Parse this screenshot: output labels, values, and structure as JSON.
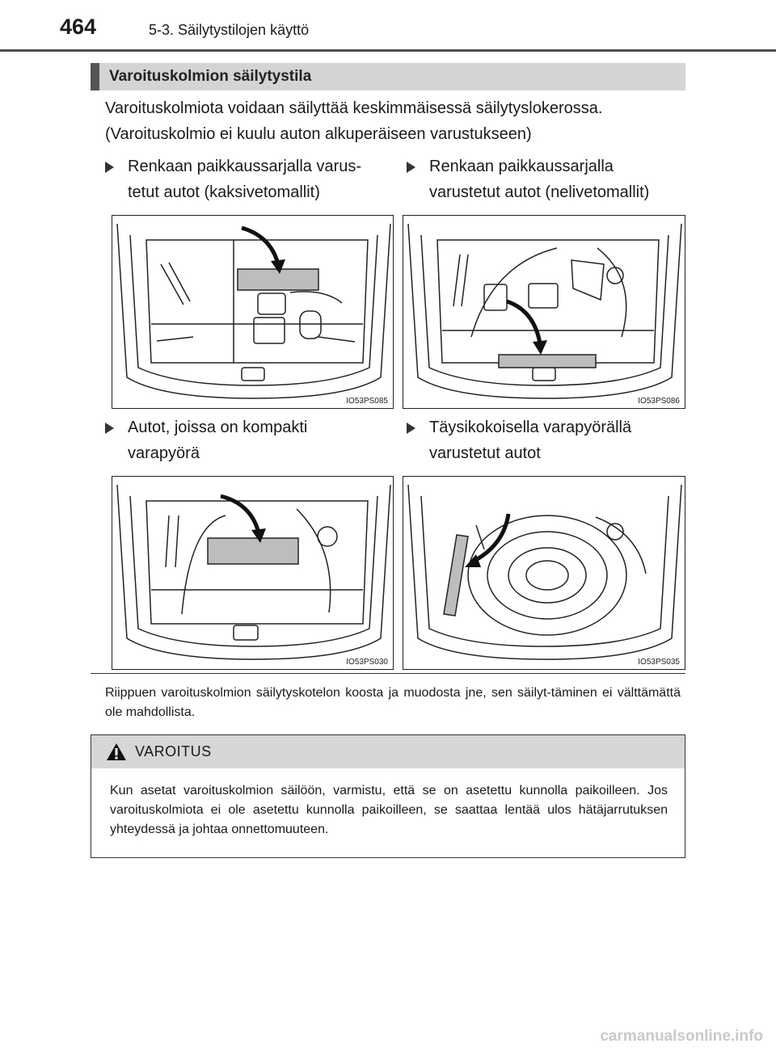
{
  "header": {
    "page_number": "464",
    "chapter": "5-3. Säilytystilojen käyttö"
  },
  "section": {
    "title": "Varoituskolmion säilytystila",
    "intro_line1": "Varoituskolmiota voidaan säilyttää keskimmäisessä säilytyslokerossa.",
    "intro_line2": "(Varoituskolmio ei kuulu auton alkuperäiseen varustukseen)"
  },
  "variants": [
    {
      "line1": "Renkaan paikkaussarjalla varus-",
      "line2": "tetut autot (kaksivetomallit)",
      "figure_code": "IO53PS085"
    },
    {
      "line1": "Renkaan paikkaussarjalla",
      "line2": "varustetut autot (nelivetomallit)",
      "figure_code": "IO53PS086"
    },
    {
      "line1": "Autot, joissa on kompakti",
      "line2": "varapyörä",
      "figure_code": "IO53PS030"
    },
    {
      "line1": "Täysikokoisella varapyörällä",
      "line2": "varustetut autot",
      "figure_code": "IO53PS035"
    }
  ],
  "note": {
    "text": "Riippuen varoituskolmion säilytyskotelon koosta ja muodosta jne, sen säilyt-täminen ei välttämättä ole mahdollista."
  },
  "warning": {
    "title": "VAROITUS",
    "icon": "warning-triangle-icon",
    "text": "Kun asetat varoituskolmion säilöön, varmistu, että se on asetettu kunnolla paikoilleen. Jos varoituskolmiota ei ole asetettu kunnolla paikoilleen, se saattaa lentää ulos hätäjarrutuksen yhteydessä ja johtaa onnettomuuteen."
  },
  "watermark": "carmanualsonline.info"
}
